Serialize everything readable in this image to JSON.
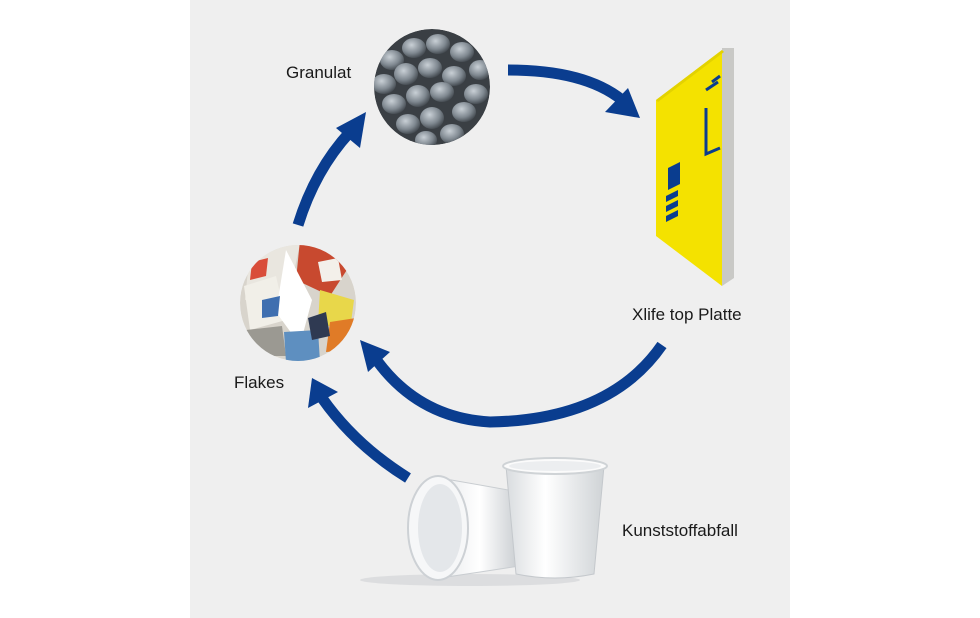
{
  "diagram": {
    "title": "Plastic recycling cycle",
    "accent_color": "#0a3d8f",
    "board_color": "#f4e200",
    "nodes": {
      "granulat": {
        "label": "Granulat",
        "icon": "pellets-photo"
      },
      "xlife": {
        "label": "Xlife top Platte",
        "icon": "yellow-panel-photo"
      },
      "flakes": {
        "label": "Flakes",
        "icon": "plastic-flakes-photo"
      },
      "kunststoffabfall": {
        "label": "Kunststoffabfall",
        "icon": "plastic-cups-photo"
      }
    },
    "flow": [
      "Kunststoffabfall -> Flakes",
      "Flakes -> Granulat",
      "Granulat -> Xlife top Platte",
      "Xlife top Platte -> Flakes"
    ]
  }
}
